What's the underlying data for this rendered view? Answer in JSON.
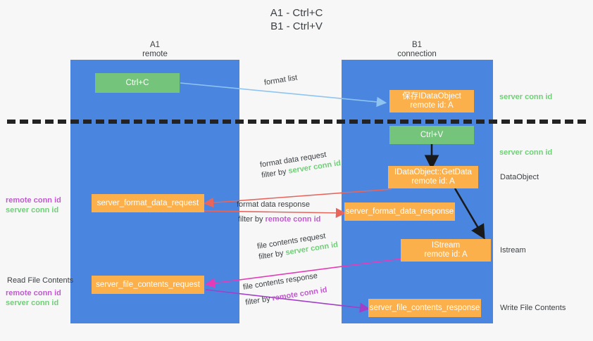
{
  "title": {
    "line1": "A1 - Ctrl+C",
    "line2": "B1 - Ctrl+V"
  },
  "lanes": [
    {
      "name": "A1",
      "sub": "remote"
    },
    {
      "name": "B1",
      "sub": "connection"
    }
  ],
  "nodes": {
    "ctrl_c": "Ctrl+C",
    "ctrl_v": "Ctrl+V",
    "save_idataobject_l1": "保存IDataObject",
    "save_idataobject_l2": "remote id: A",
    "getdata_l1": "IDataObject::GetData",
    "getdata_l2": "remote id: A",
    "istream_l1": "IStream",
    "istream_l2": "remote id: A",
    "server_format_data_request": "server_format_data_request",
    "server_format_data_response": "server_format_data_response",
    "server_file_contents_request": "server_file_contents_request",
    "server_file_contents_response": "server_file_contents_response"
  },
  "edges": {
    "format_list": "format list",
    "format_data_request": "format data request",
    "format_data_request_filter_prefix": "filter by ",
    "format_data_request_filter_value": "server conn id",
    "format_data_response": "format data response",
    "format_data_response_filter_prefix": "filter by ",
    "format_data_response_filter_value": "remote conn id",
    "file_contents_request": "file contents request",
    "file_contents_request_filter_prefix": "filter by ",
    "file_contents_request_filter_value": "server conn id",
    "file_contents_response": "file contents response",
    "file_contents_response_filter_prefix": "filter by ",
    "file_contents_response_filter_value": "remote conn id"
  },
  "annotations": {
    "server_conn_id_top": "server conn id",
    "server_conn_id_mid": "server conn id",
    "dataobject": "DataObject",
    "istream": "Istream",
    "write_file_contents": "Write File Contents",
    "read_file_contents": "Read File Contents",
    "left_remote_conn_id_1": "remote conn id",
    "left_server_conn_id_1": "server conn id",
    "left_remote_conn_id_2": "remote conn id",
    "left_server_conn_id_2": "server conn id"
  },
  "colors": {
    "lane": "#4a86e0",
    "green_node": "#74c47b",
    "orange_node": "#fbb04c",
    "server_conn_id": "#6fcf77",
    "remote_conn_id": "#c259d0",
    "arrow_blue": "#8fc4f0",
    "arrow_red": "#e8655c",
    "arrow_magenta": "#e53bb8",
    "arrow_purple": "#a23fc6",
    "arrow_black": "#1a1a1a",
    "divider": "#232323"
  }
}
